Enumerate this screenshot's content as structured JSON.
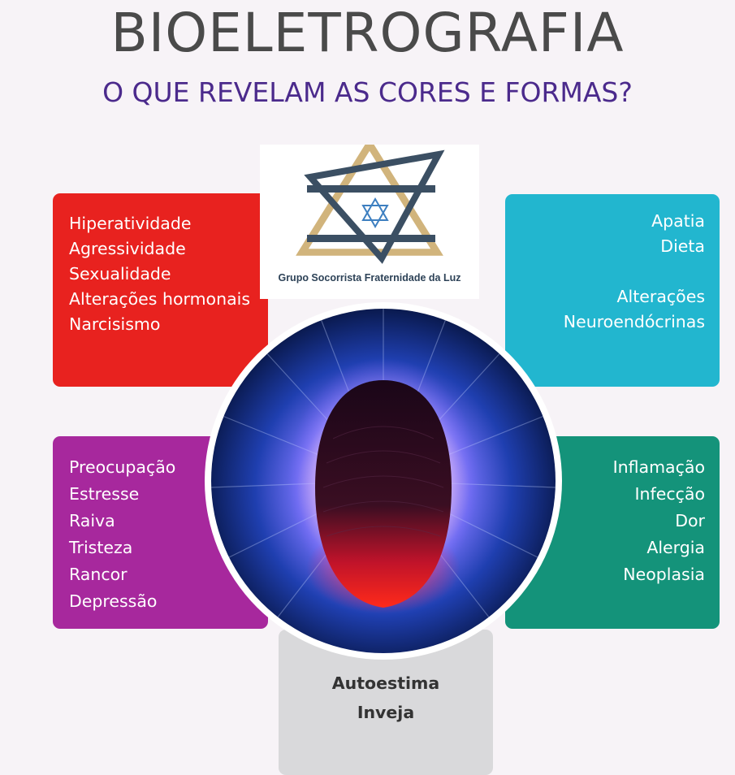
{
  "header": {
    "title": "BIOELETROGRAFIA",
    "subtitle": "O QUE REVELAM AS CORES E FORMAS?"
  },
  "logo": {
    "caption": "Grupo Socorrista Fraternidade da Luz",
    "icon": "star-of-david-icon"
  },
  "colors": {
    "red": "#e8221f",
    "cyan": "#22b6cf",
    "purple": "#a7289d",
    "green": "#14937a",
    "gray": "#d9d9db",
    "title": "#4a4a4a",
    "subtitle": "#4b2a8c"
  },
  "boxes": {
    "red": {
      "lines": [
        "Hiperatividade",
        "Agressividade",
        "Sexualidade",
        "Alterações hormonais",
        "Narcisismo"
      ]
    },
    "cyan": {
      "lines": [
        "Apatia",
        "Dieta",
        "Alterações",
        "Neuroendócrinas"
      ]
    },
    "purple": {
      "lines": [
        "Preocupação",
        "Estresse",
        "Raiva",
        "Tristeza",
        "Rancor",
        "Depressão"
      ]
    },
    "green": {
      "lines": [
        "Inflamação",
        "Infecção",
        "Dor",
        "Alergia",
        "Neoplasia"
      ]
    },
    "gray": {
      "lines": [
        "Autoestima",
        "Inveja"
      ]
    }
  }
}
